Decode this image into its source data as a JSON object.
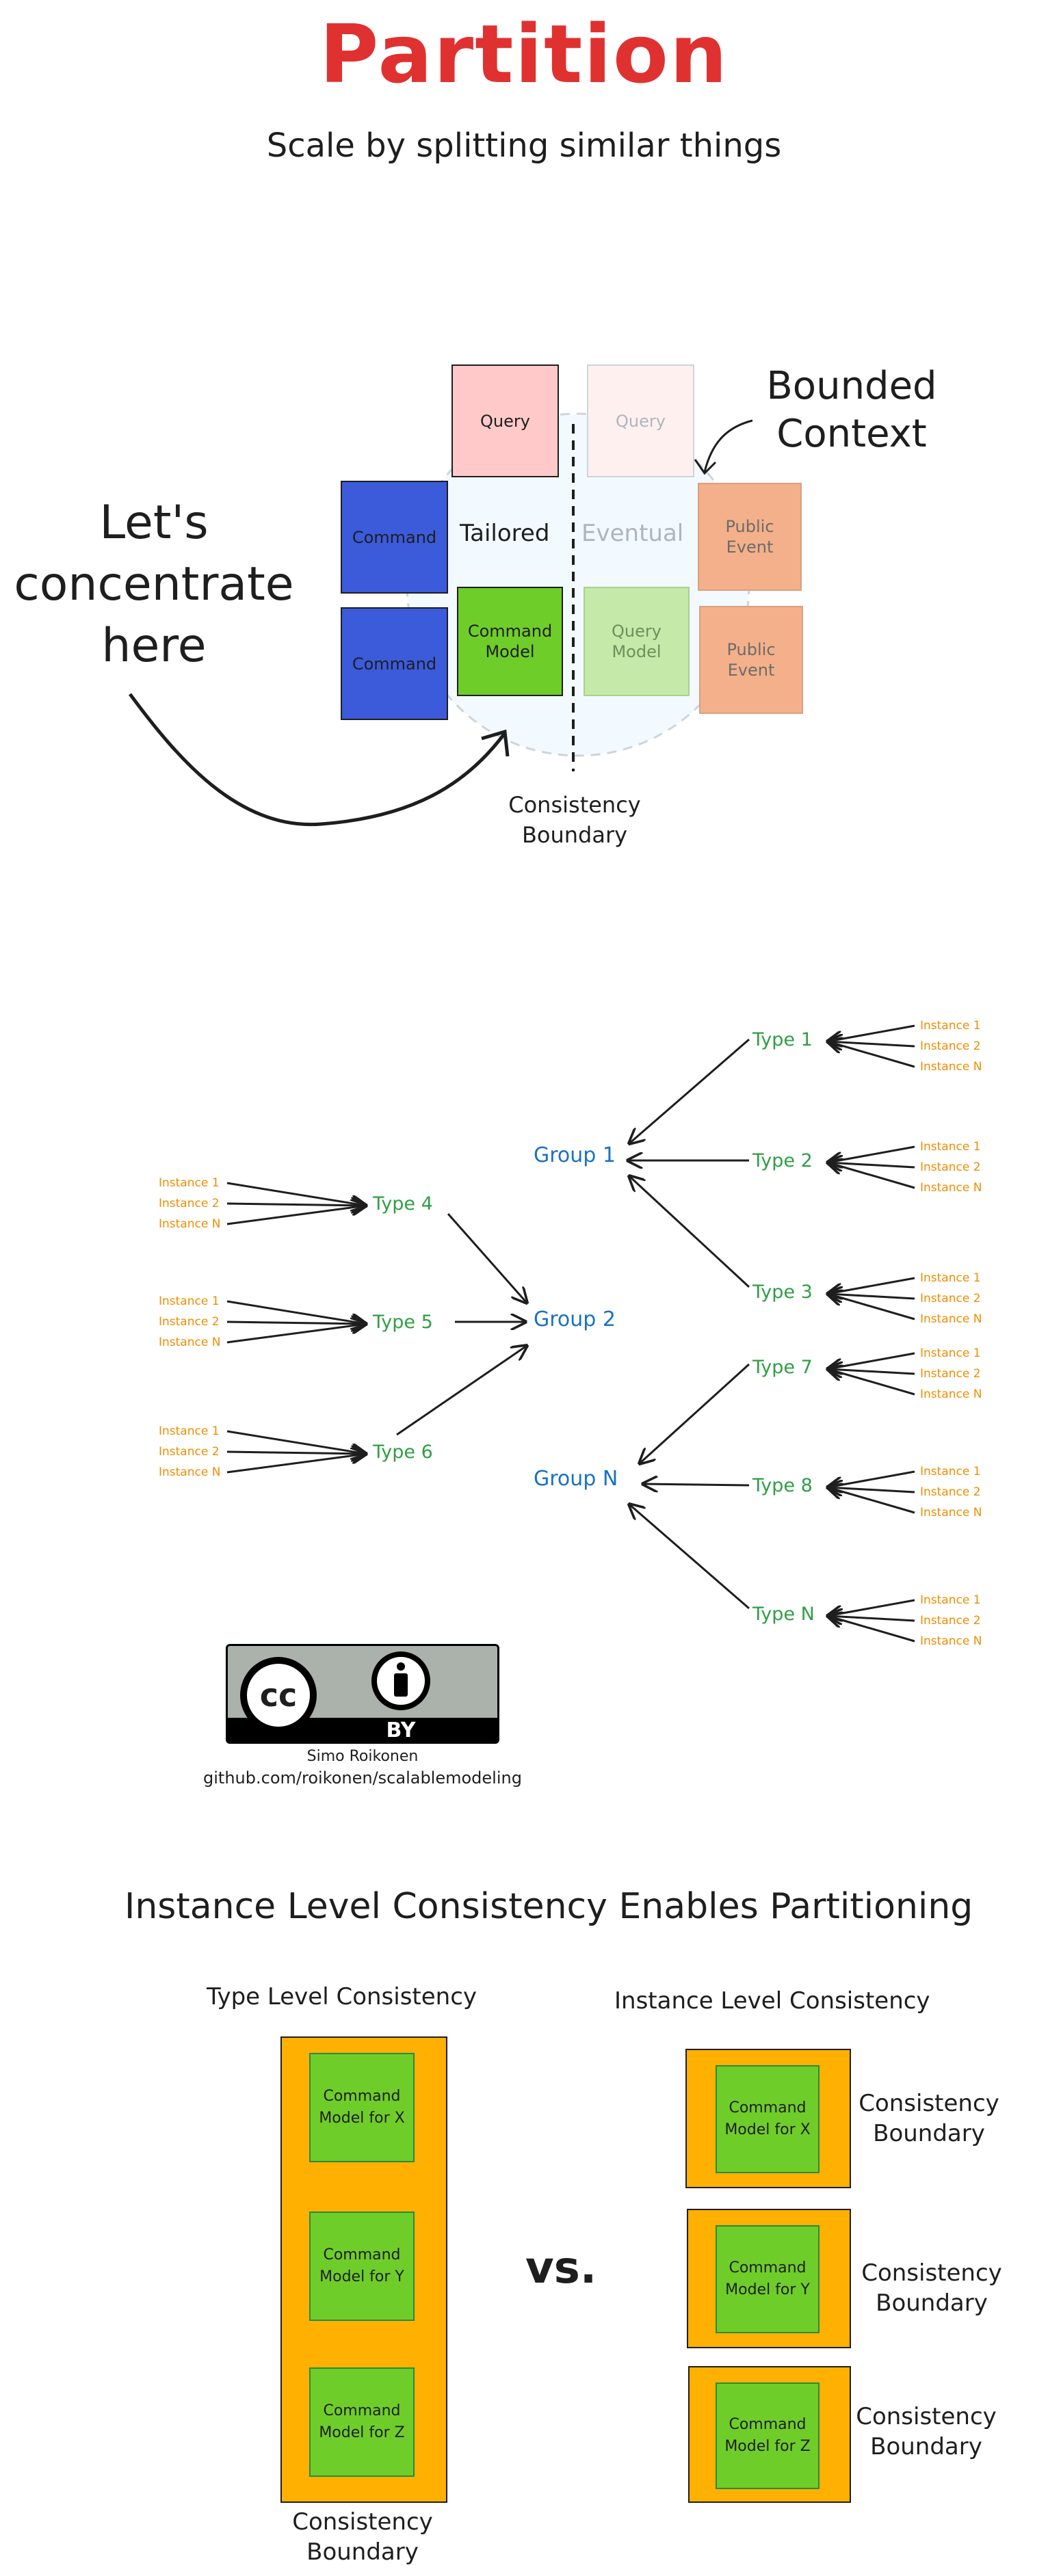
{
  "header": {
    "title": "Partition",
    "subtitle": "Scale by splitting similar things"
  },
  "context_diagram": {
    "query_left": "Query",
    "query_right": "Query",
    "command_top": "Command",
    "command_bottom": "Command",
    "tailored": "Tailored",
    "eventual": "Eventual",
    "command_model": "Command Model",
    "query_model": "Query Model",
    "public_event_top": "Public Event",
    "public_event_bottom": "Public Event",
    "bounded_context": "Bounded Context",
    "lets_concentrate": "Let's concentrate here",
    "consistency_boundary": "Consistency Boundary",
    "colors": {
      "query": "#ffc9c9",
      "command": "#3b5bdb",
      "command_model": "#6fcd2a",
      "query_model": "#c5e9a8",
      "public_event": "#f4b08a",
      "context_circle": "#e7f5ff"
    }
  },
  "grouping": {
    "groups": [
      "Group 1",
      "Group 2",
      "Group N"
    ],
    "types": [
      "Type 1",
      "Type 2",
      "Type 3",
      "Type 4",
      "Type 5",
      "Type 6",
      "Type 7",
      "Type 8",
      "Type N"
    ],
    "instances": [
      "Instance 1",
      "Instance 2",
      "Instance N"
    ],
    "colors": {
      "group": "#1971c2",
      "type": "#2f9e44",
      "instance": "#f08c00"
    }
  },
  "license": {
    "cc": "cc",
    "by": "BY",
    "author": "Simo Roikonen",
    "url": "github.com/roikonen/scalablemodeling"
  },
  "comparison": {
    "heading": "Instance Level Consistency Enables Partitioning",
    "type_level": "Type Level Consistency",
    "instance_level": "Instance Level Consistency",
    "vs": "vs.",
    "models": [
      "Command Model for X",
      "Command Model for Y",
      "Command Model for Z"
    ],
    "consistency_boundary": "Consistency Boundary",
    "colors": {
      "boundary": "#ffb000",
      "model": "#6fcd2a"
    }
  }
}
